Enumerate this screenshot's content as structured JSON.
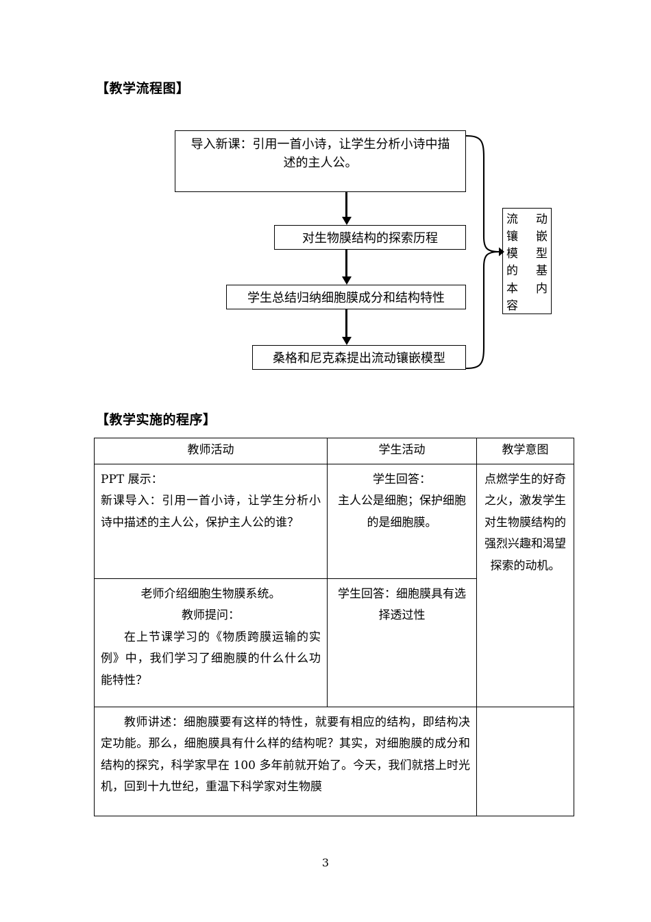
{
  "document": {
    "page_number": "3"
  },
  "sections": {
    "flowchart_heading": "【教学流程图】",
    "procedure_heading": "【教学实施的程序】"
  },
  "flowchart": {
    "boxes": [
      {
        "id": "box-1",
        "text": "导入新课：引用一首小诗，让学生分析小诗中描述的主人公。"
      },
      {
        "id": "box-2",
        "text": "对生物膜结构的探索历程"
      },
      {
        "id": "box-3",
        "text": "学生总结归纳细胞膜成分和结构特性"
      },
      {
        "id": "box-4",
        "text": "桑格和尼克森提出流动镶嵌模型"
      }
    ],
    "note": {
      "full_text": "流动镶嵌模型的基本内容",
      "lines": [
        "流",
        "动",
        "镶",
        "嵌",
        "模",
        "型",
        "的",
        "基",
        "本",
        "内",
        "容"
      ],
      "rows": [
        {
          "left": "流",
          "right": "动"
        },
        {
          "left": "镶",
          "right": "嵌"
        },
        {
          "left": "模",
          "right": "型"
        },
        {
          "left": "的",
          "right": "基"
        },
        {
          "left": "本",
          "right": "内"
        },
        {
          "left": "容",
          "right": ""
        }
      ]
    }
  },
  "table": {
    "headers": [
      "教师活动",
      "学生活动",
      "教学意图"
    ],
    "rows": [
      {
        "teacher": "PPT 展示：\n新课导入：引用一首小诗，让学生分析小诗中描述的主人公，保护主人公的谁？",
        "teacher_lines": [
          "PPT 展示：",
          "新课导入：引用一首小诗，让学生分析小诗中描述的主人公，保护主人公的谁？"
        ],
        "student": "学生回答：\n主人公是细胞；保护细胞的是细胞膜。",
        "student_lines": [
          "学生回答：",
          "主人公是细胞；保护细胞的是细胞膜。"
        ],
        "intent": "点燃学生的好奇之火，激发学生对生物膜结构的强烈兴趣和渴望探索的动机。"
      },
      {
        "teacher": "老师介绍细胞生物膜系统。\n教师提问：\n在上节课学习的《物质跨膜运输的实例》中，我们学习了细胞膜的什么什么功能特性？",
        "teacher_lines": [
          "老师介绍细胞生物膜系统。",
          "教师提问：",
          "在上节课学习的《物质跨膜运输的实例》中，我们学习了细胞膜的什么什么功能特性？"
        ],
        "student": "学生回答：细胞膜具有选择透过性",
        "student_lines": [
          "学生回答：细胞膜具有选择透过性"
        ],
        "intent": ""
      },
      {
        "full_width": "教师讲述：细胞膜要有这样的特性，就要有相应的结构，即结构决定功能。那么，细胞膜具有什么样的结构呢？其实，对细胞膜的成分和结构的探究，科学家早在 100 多年前就开始了。今天，我们就搭上时光机，回到十九世纪，重温下科学家对生物膜"
      }
    ]
  }
}
